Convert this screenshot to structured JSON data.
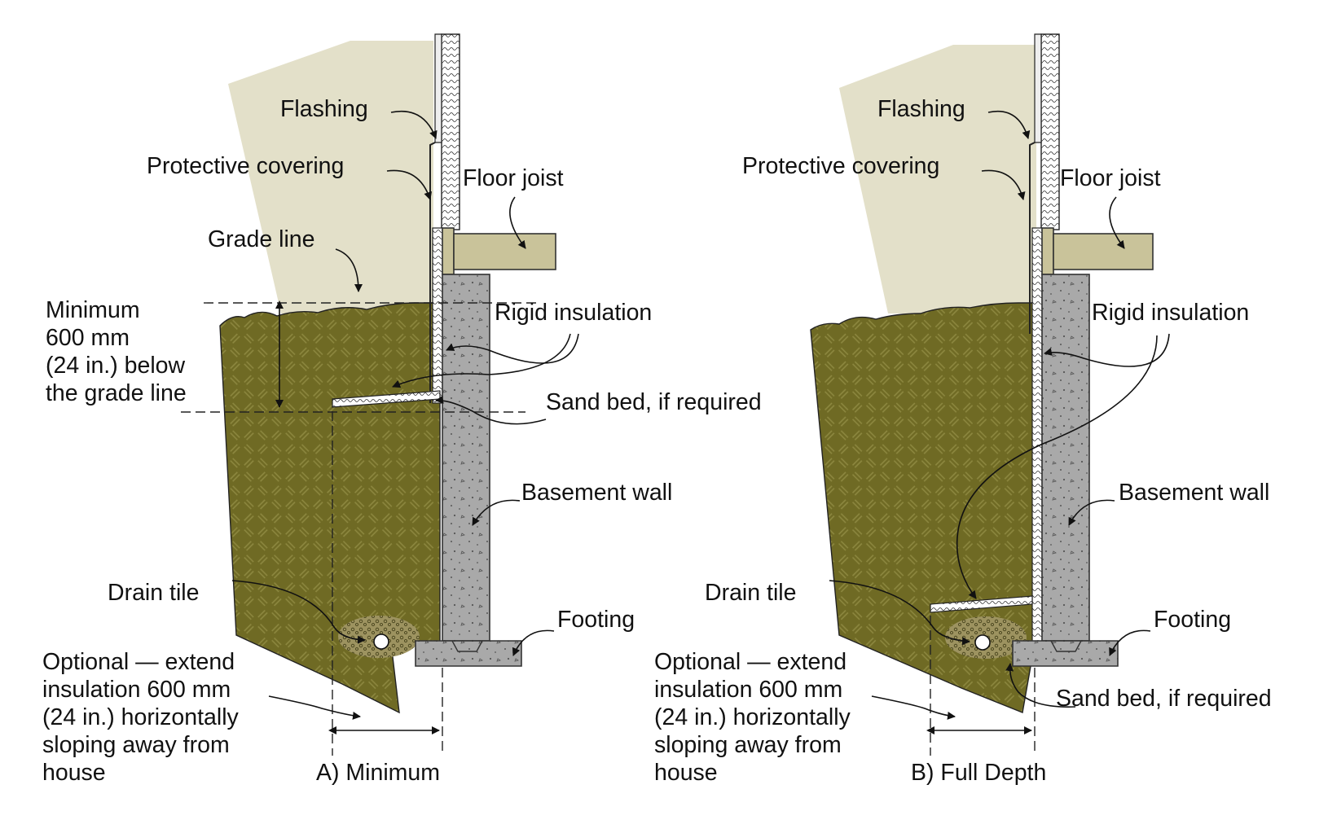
{
  "colors": {
    "air": "#e3e0c9",
    "soil": "#6f6a24",
    "soil_pattern": "#8d8840",
    "concrete": "#a9a9a9",
    "joist": "#c9c39a",
    "gravel": "#9d9360"
  },
  "panel_a": {
    "caption": "A) Minimum",
    "labels": {
      "flashing": "Flashing",
      "protective_covering": "Protective covering",
      "floor_joist": "Floor joist",
      "grade_line": "Grade line",
      "min_depth": [
        "Minimum",
        "600 mm",
        "(24 in.) below",
        "the grade line"
      ],
      "rigid_insulation": "Rigid insulation",
      "sand_bed": "Sand bed, if required",
      "basement_wall": "Basement wall",
      "drain_tile": "Drain tile",
      "footing": "Footing",
      "optional": [
        "Optional — extend",
        "insulation 600 mm",
        "(24 in.) horizontally",
        "sloping away from",
        "house"
      ]
    }
  },
  "panel_b": {
    "caption": "B) Full Depth",
    "labels": {
      "flashing": "Flashing",
      "protective_covering": "Protective covering",
      "floor_joist": "Floor joist",
      "rigid_insulation": "Rigid insulation",
      "basement_wall": "Basement wall",
      "drain_tile": "Drain tile",
      "footing": "Footing",
      "sand_bed": "Sand bed, if required",
      "optional": [
        "Optional — extend",
        "insulation 600 mm",
        "(24 in.) horizontally",
        "sloping away from",
        "house"
      ]
    }
  }
}
